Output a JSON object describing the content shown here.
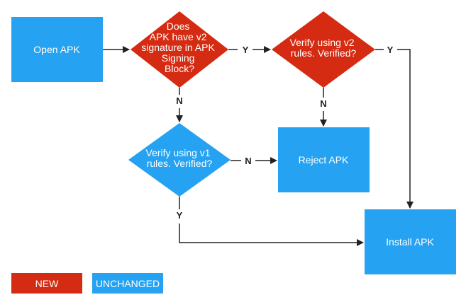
{
  "colors": {
    "new": "#d52b12",
    "unchanged": "#25a2f1",
    "arrow": "#222222"
  },
  "nodes": {
    "open_apk": "Open APK",
    "has_v2": [
      "Does",
      "APK have v2",
      "signature in APK",
      "Signing",
      "Block?"
    ],
    "verify_v2": [
      "Verify using v2",
      "rules. Verified?"
    ],
    "verify_v1": [
      "Verify using v1",
      "rules. Verified?"
    ],
    "reject_apk": "Reject APK",
    "install_apk": "Install APK"
  },
  "edges": {
    "has_v2_yes": "Y",
    "has_v2_no": "N",
    "verify_v2_yes": "Y",
    "verify_v2_no": "N",
    "verify_v1_yes": "Y",
    "verify_v1_no": "N"
  },
  "legend": {
    "new": "NEW",
    "unchanged": "UNCHANGED"
  }
}
